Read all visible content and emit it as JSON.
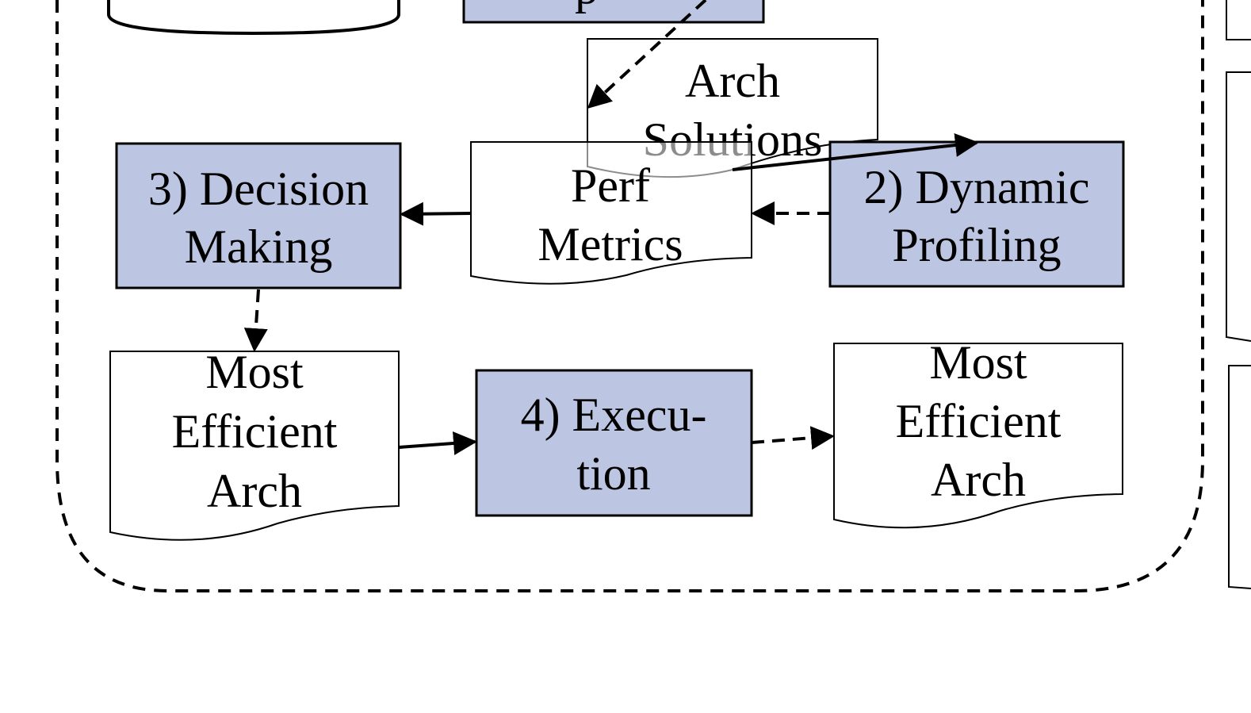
{
  "colors": {
    "process_fill": "#bcc6e2",
    "stroke": "#000000",
    "document_fill": "#ffffff",
    "background": "#ffffff"
  },
  "nodes": {
    "partial_top_process": {
      "label": "p"
    },
    "arch_solutions": {
      "lines": [
        "Arch",
        "Solutions"
      ]
    },
    "decision_making": {
      "lines": [
        "3) Decision",
        "Making"
      ]
    },
    "perf_metrics": {
      "lines": [
        "Perf",
        "Metrics"
      ]
    },
    "dynamic_profiling": {
      "lines": [
        "2) Dynamic",
        "Profiling"
      ]
    },
    "most_efficient_arch_left": {
      "lines": [
        "Most",
        "Efficient",
        "Arch"
      ]
    },
    "execution": {
      "lines": [
        "4) Execu-",
        "tion"
      ]
    },
    "most_efficient_arch_right": {
      "lines": [
        "Most",
        "Efficient",
        "Arch"
      ]
    }
  },
  "edges": [
    {
      "from": "partial_top_process",
      "to": "arch_solutions",
      "style": "dashed"
    },
    {
      "from": "arch_solutions",
      "to": "dynamic_profiling",
      "style": "solid"
    },
    {
      "from": "dynamic_profiling",
      "to": "perf_metrics",
      "style": "dashed"
    },
    {
      "from": "perf_metrics",
      "to": "decision_making",
      "style": "solid"
    },
    {
      "from": "decision_making",
      "to": "most_efficient_arch_left",
      "style": "dashed"
    },
    {
      "from": "most_efficient_arch_left",
      "to": "execution",
      "style": "solid"
    },
    {
      "from": "execution",
      "to": "most_efficient_arch_right",
      "style": "dashed"
    }
  ]
}
